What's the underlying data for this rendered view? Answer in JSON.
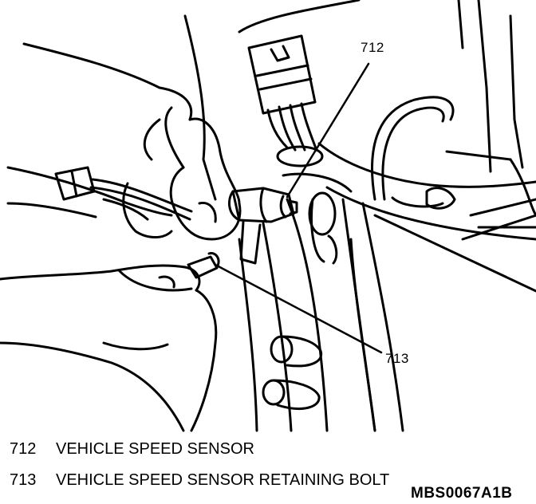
{
  "callouts": [
    {
      "number": "712"
    },
    {
      "number": "713"
    }
  ],
  "legend": [
    {
      "number": "712",
      "text": "VEHICLE SPEED SENSOR"
    },
    {
      "number": "713",
      "text": "VEHICLE SPEED SENSOR RETAINING BOLT"
    }
  ],
  "figure_code": "MBS0067A1B"
}
